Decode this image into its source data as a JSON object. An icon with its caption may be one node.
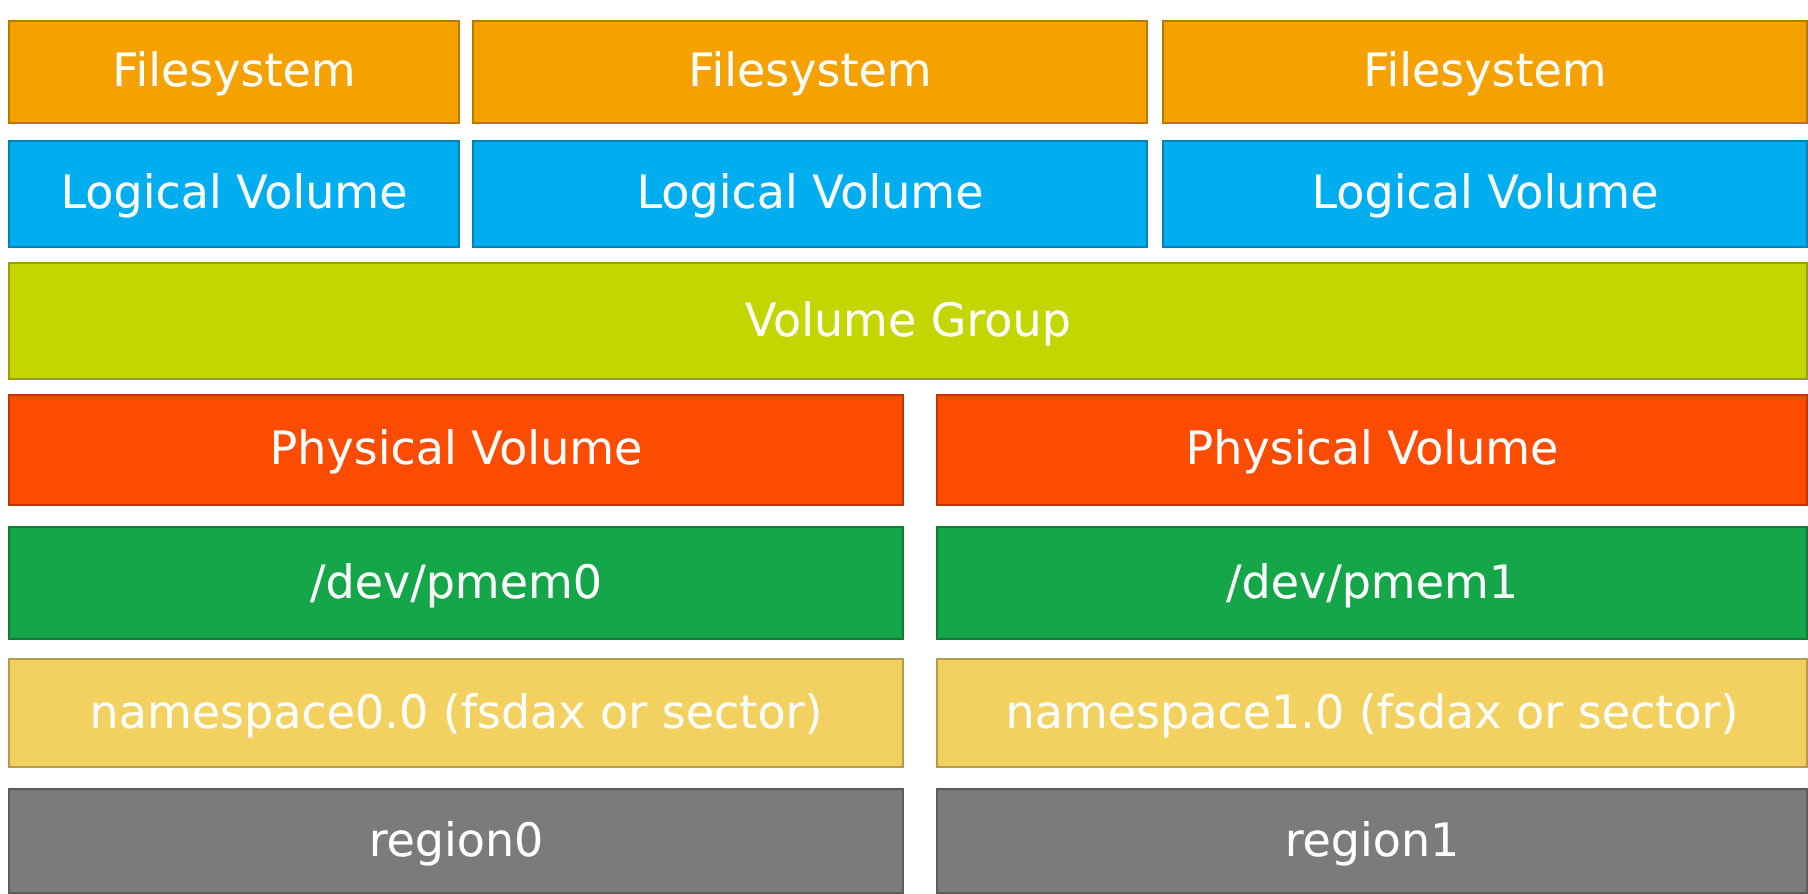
{
  "diagram": {
    "nodes": [
      {
        "text": [
          "Filesystem"
        ]
      },
      {
        "text": [
          "Filesystem"
        ]
      },
      {
        "text": [
          "Filesystem"
        ]
      },
      {
        "text": [
          "Logical Volume"
        ]
      },
      {
        "text": [
          "Logical Volume"
        ]
      },
      {
        "text": [
          "Logical Volume"
        ]
      },
      {
        "text": [
          "Volume Group"
        ]
      },
      {
        "text": [
          "Physical Volume"
        ]
      },
      {
        "text": [
          "Physical Volume"
        ]
      },
      {
        "text": [
          "/dev/pmem0"
        ]
      },
      {
        "text": [
          "/dev/pmem1"
        ]
      },
      {
        "text": [
          "namespace0.0 (fsdax or sector)"
        ]
      },
      {
        "text": [
          "namespace1.0 (fsdax or sector)"
        ]
      },
      {
        "text": [
          "region0"
        ]
      },
      {
        "text": [
          "region1"
        ]
      }
    ]
  }
}
